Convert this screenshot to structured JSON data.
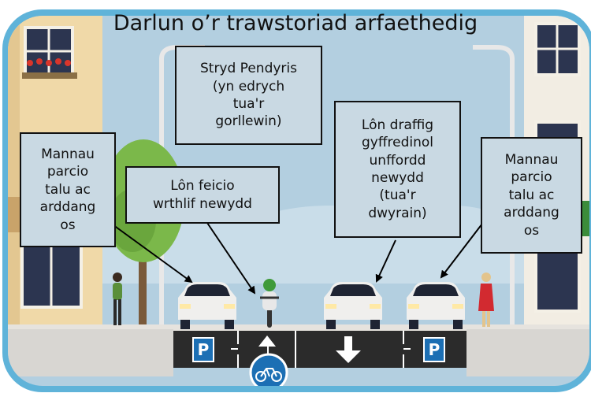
{
  "title": "Darlun o’r trawstoriad arfaethedig",
  "labels": {
    "street": "Stryd Pendyris\n(yn edrych\ntua'r\ngorllewin)",
    "general_lane": "Lôn draffig\ngyffredinol\nunffordd\nnewydd\n(tua'r\ndwyrain)",
    "parking_left": "Mannau\nparcio\ntalu ac\narddang\nos",
    "parking_right": "Mannau\nparcio\ntalu ac\narddang\nos",
    "cycle_lane": "Lôn feicio\nwrthlif newydd"
  },
  "road_markings": {
    "parking_left": "P",
    "parking_right": "P"
  },
  "colors": {
    "sky": "#b3cfe0",
    "frame": "#5fb3d9",
    "road": "#2b2b2b",
    "pavement": "#d8d6d2",
    "parking_sign": "#1c6fb4",
    "cycle_sign": "#1c6fb4"
  },
  "icons": [
    "car-icon",
    "cyclist-icon",
    "pedestrian-icon",
    "tree-icon",
    "street-lamp-icon",
    "cycle-sign-icon",
    "arrow-up-icon",
    "arrow-down-icon"
  ]
}
